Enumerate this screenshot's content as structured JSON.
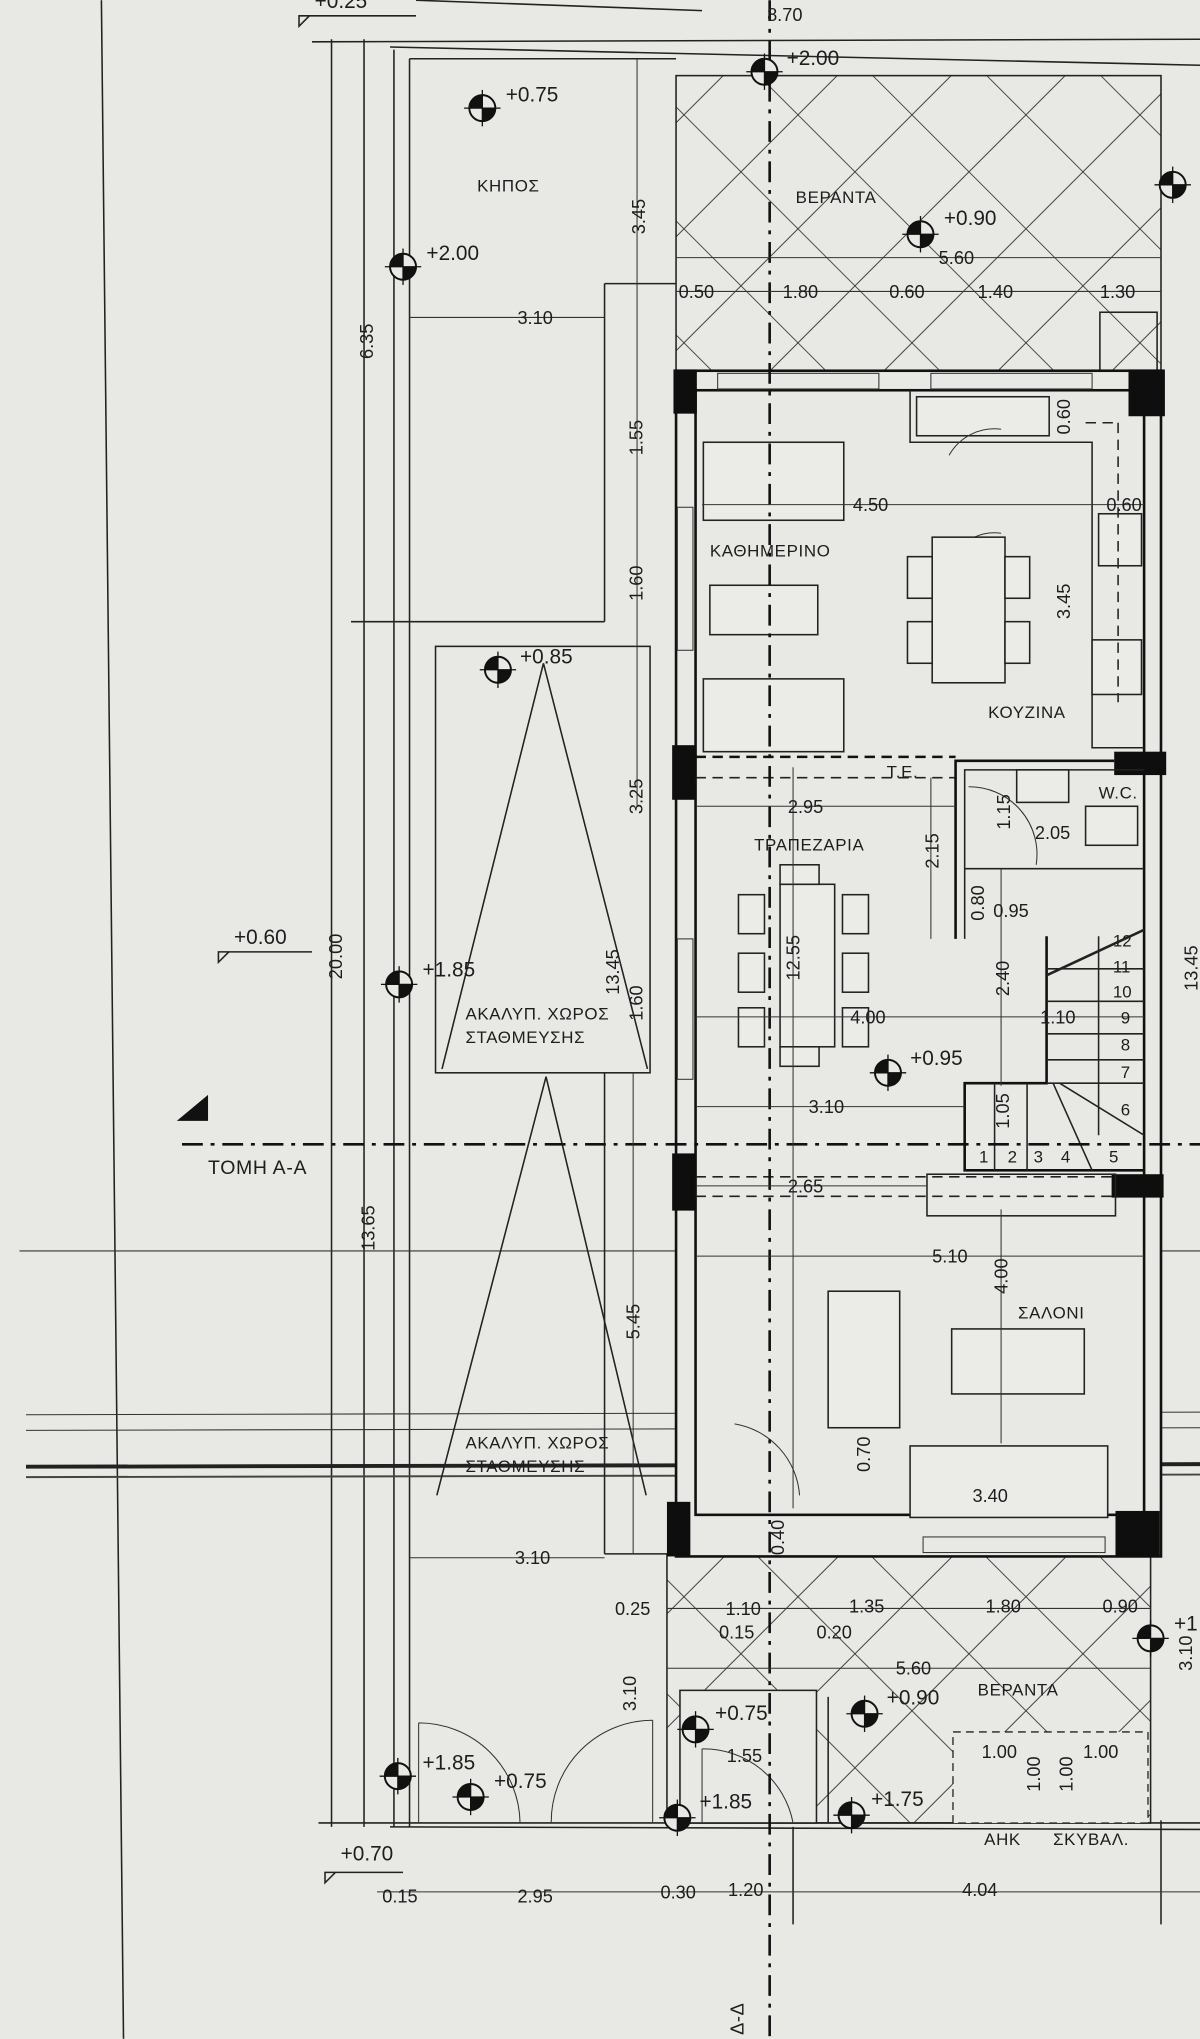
{
  "drawing": {
    "title": "Ground floor plan",
    "section_label": "ΤΟΜΗ Α-Α",
    "axis_label": "Δ-Δ",
    "ink_color": "#1d1d1d",
    "paper_color": "#e8e8e5"
  },
  "rooms": {
    "garden": "ΚΗΠΟΣ",
    "veranda_back": "ΒΕΡΑΝΤΑ",
    "living_daily": "ΚΑΘΗΜΕΡΙΝΟ",
    "kitchen": "ΚΟΥΖΙΝΑ",
    "dining": "ΤΡΑΠΕΖΑΡΙΑ",
    "wc": "W.C.",
    "te": "Τ.Ε.",
    "parking_1_line1": "ΑΚΑΛΥΠ. ΧΩΡΟΣ",
    "parking_1_line2": "ΣΤΑΘΜΕΥΣΗΣ",
    "salon": "ΣΑΛΟΝΙ",
    "parking_2_line1": "ΑΚΑΛΥΠ. ΧΩΡΟΣ",
    "parking_2_line2": "ΣΤΑΘΜΕΥΣΗΣ",
    "veranda_front": "ΒΕΡΑΝΤΑ",
    "eac": "ΑΗΚ",
    "waste": "ΣΚΥΒΑΛ."
  },
  "levels": [
    "+0.25",
    "+0.75",
    "+2.00",
    "+0.90",
    "+2.00",
    "+0.85",
    "+0.60",
    "+1.85",
    "+0.95",
    "+0.75",
    "+0.90",
    "+1.85",
    "+0.75",
    "+1.85",
    "+1.75",
    "+0.70",
    "+1"
  ],
  "dimensions": [
    "8.70",
    "3.45",
    "5.60",
    "0.50",
    "1.80",
    "0.60",
    "1.40",
    "1.30",
    "3.10",
    "6.35",
    "1.55",
    "0.60",
    "4.50",
    "0.60",
    "1.60",
    "3.45",
    "3.25",
    "2.95",
    "2.15",
    "1.15",
    "2.05",
    "0.80",
    "0.95",
    "12.55",
    "2.40",
    "13.45",
    "20.00",
    "1.60",
    "4.00",
    "1.10",
    "3.10",
    "1.05",
    "2.65",
    "5.10",
    "4.00",
    "13.65",
    "5.45",
    "0.70",
    "3.40",
    "0.40",
    "3.10",
    "0.25",
    "1.10",
    "1.35",
    "1.80",
    "0.90",
    "0.15",
    "0.20",
    "5.60",
    "3.10",
    "1.55",
    "1.00",
    "1.00",
    "1.00",
    "1.00",
    "0.15",
    "2.95",
    "0.30",
    "1.20",
    "4.04",
    "13.45",
    "3.10"
  ],
  "stairs": [
    "1",
    "2",
    "3",
    "4",
    "5",
    "6",
    "7",
    "8",
    "9",
    "10",
    "11",
    "12"
  ]
}
